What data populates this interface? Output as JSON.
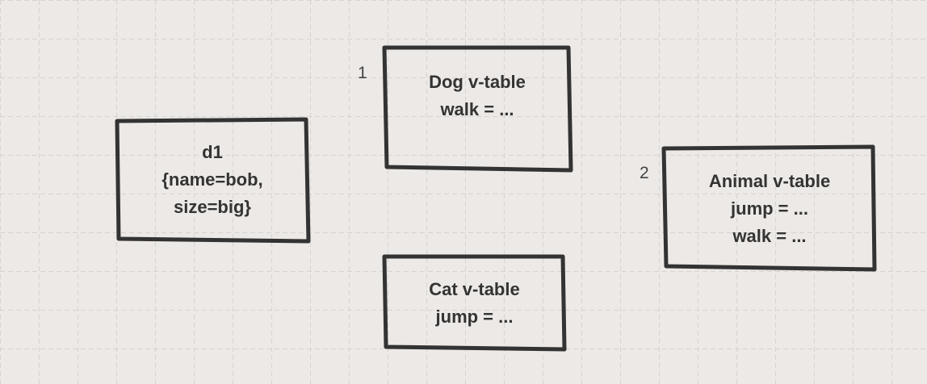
{
  "diagram": {
    "nodes": [
      {
        "id": "d1",
        "lines": [
          "d1",
          "{name=bob,",
          "size=big}"
        ]
      },
      {
        "id": "dog-vtable",
        "lines": [
          "Dog v-table",
          "walk = ..."
        ]
      },
      {
        "id": "cat-vtable",
        "lines": [
          "Cat v-table",
          "jump = ..."
        ]
      },
      {
        "id": "animal-vtable",
        "lines": [
          "Animal v-table",
          "jump = ...",
          "walk = ..."
        ]
      }
    ],
    "labels": [
      {
        "id": "label-1",
        "text": "1"
      },
      {
        "id": "label-2",
        "text": "2"
      }
    ]
  },
  "colors": {
    "background": "#ECE9E6",
    "grid": "#D6D3D0",
    "stroke": "#333333",
    "text": "#333333"
  }
}
